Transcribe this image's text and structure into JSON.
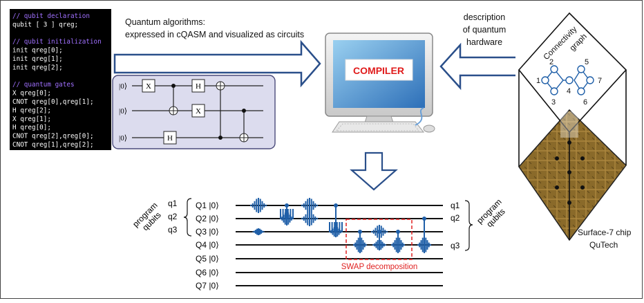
{
  "code": {
    "lines": [
      {
        "text": "// qubit declaration",
        "color": "#a070ff"
      },
      {
        "text": "qubit [ 3 ] qreg;",
        "color": "#ffffff"
      },
      {
        "text": "",
        "color": "#ffffff"
      },
      {
        "text": "// qubit  initialization",
        "color": "#a070ff"
      },
      {
        "text": "init qreg[0];",
        "color": "#ffffff"
      },
      {
        "text": "init qreg[1];",
        "color": "#ffffff"
      },
      {
        "text": "init qreg[2];",
        "color": "#ffffff"
      },
      {
        "text": "",
        "color": "#ffffff"
      },
      {
        "text": "// quantum gates",
        "color": "#a070ff"
      },
      {
        "text": "X qreg[0];",
        "color": "#ffffff"
      },
      {
        "text": "CNOT qreg[0],qreg[1];",
        "color": "#ffffff"
      },
      {
        "text": "H qreg[2];",
        "color": "#ffffff"
      },
      {
        "text": "X qreg[1];",
        "color": "#ffffff"
      },
      {
        "text": "H qreg[0];",
        "color": "#ffffff"
      },
      {
        "text": "CNOT qreg[2],qreg[0];",
        "color": "#ffffff"
      },
      {
        "text": "CNOT qreg[1],qreg[2];",
        "color": "#ffffff"
      }
    ]
  },
  "labels": {
    "algorithms_line1": "Quantum algorithms:",
    "algorithms_line2": "expressed in cQASM and visualized as circuits",
    "description_line1": "description",
    "description_line2": "of quantum",
    "description_line3": "hardware",
    "compiler": "COMPILER",
    "connectivity_line1": "Connectivity",
    "connectivity_line2": "graph",
    "chip_line1": "Surface-7 chip",
    "chip_line2": "QuTech",
    "swap": "SWAP decomposition",
    "program_qubits_left_1": "program",
    "program_qubits_left_2": "qubits",
    "program_qubits_right_1": "program",
    "program_qubits_right_2": "qubits"
  },
  "small_circuit": {
    "ket": "|0⟩",
    "gate_x": "X",
    "gate_h": "H"
  },
  "graph_nodes": [
    "1",
    "2",
    "3",
    "4",
    "5",
    "6",
    "7"
  ],
  "left_qubits": [
    "q1",
    "q2",
    "q3"
  ],
  "physical_qubits": [
    "Q1 |0⟩",
    "Q2 |0⟩",
    "Q3 |0⟩",
    "Q4 |0⟩",
    "Q5 |0⟩",
    "Q6 |0⟩",
    "Q7 |0⟩"
  ],
  "right_qubits": [
    "q1",
    "q2",
    "q3"
  ],
  "colors": {
    "arrow_stroke": "#2a4f8a",
    "pulse": "#1f5fa8",
    "swap_box": "#e02020",
    "chip": "#8a6a2a",
    "compiler_text": "#e01b1b"
  }
}
